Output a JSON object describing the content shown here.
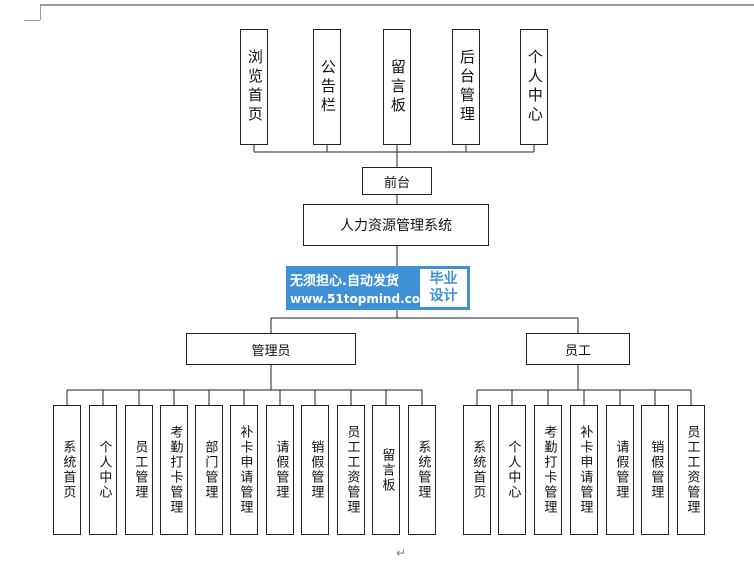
{
  "diagram": {
    "top_items": [
      "浏览首页",
      "公告栏",
      "留言板",
      "后台管理",
      "个人中心"
    ],
    "frontend": "前台",
    "system": "人力资源管理系统",
    "roles": [
      {
        "label": "管理员",
        "items": [
          "系统首页",
          "个人中心",
          "员工管理",
          "考勤打卡管理",
          "部门管理",
          "补卡申请管理",
          "请假管理",
          "销假管理",
          "员工工资管理",
          "留言板",
          "系统管理"
        ]
      },
      {
        "label": "员工",
        "items": [
          "系统首页",
          "个人中心",
          "考勤打卡管理",
          "补卡申请管理",
          "请假管理",
          "销假管理",
          "员工工资管理"
        ]
      }
    ]
  },
  "watermark": {
    "line1": "无须担心.自动发货",
    "line2": "www.51topmind.com",
    "badge_line1": "毕业",
    "badge_line2": "设计"
  },
  "paragraph_mark": "↵",
  "colors": {
    "watermark_blue": "#3f91d6",
    "line": "#222222"
  }
}
